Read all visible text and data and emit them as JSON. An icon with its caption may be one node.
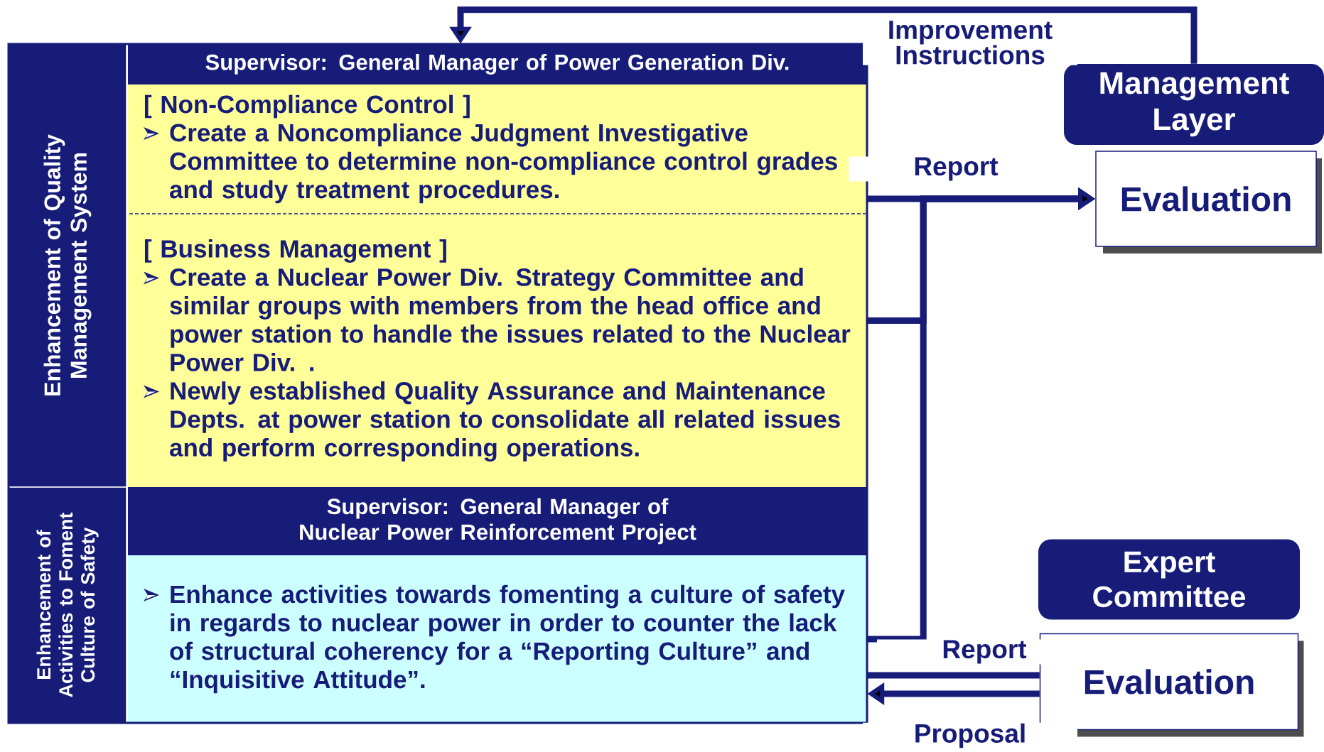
{
  "diagram": {
    "nodes": [
      {
        "text": [
          "Enhancement of Quality Management System"
        ]
      },
      {
        "text": [
          "Enhancement of Activities to Foment Culture of Safety"
        ]
      },
      {
        "text": [
          "Supervisor: General Manager of Power Generation Div."
        ]
      },
      {
        "text": [
          "[ Non-Compliance Control ]",
          "Create a Noncompliance Judgment Investigative Committee to determine non-compliance control grades and study treatment procedures."
        ]
      },
      {
        "text": [
          "[ Business Management ]",
          "Create a Nuclear Power Div. Strategy Committee and similar groups with members from the head office and power station to handle the issues related to the Nuclear Power Div. .",
          "Newly established Quality Assurance and Maintenance Depts. at power station to consolidate all related issues and perform corresponding operations."
        ]
      },
      {
        "text": [
          "Supervisor: General Manager of Nuclear Power Reinforcement Project"
        ]
      },
      {
        "text": [
          "Enhance activities towards fomenting a culture of safety in regards to nuclear power in order to counter the lack of structural coherency for a “Reporting Culture” and “Inquisitive Attitude”."
        ]
      },
      {
        "text": [
          "Management Layer"
        ]
      },
      {
        "text": [
          "Evaluation"
        ]
      },
      {
        "text": [
          "Expert Committee"
        ]
      },
      {
        "text": [
          "Evaluation"
        ]
      }
    ],
    "edges": [
      {
        "from": 7,
        "to": 2,
        "arrow": "to",
        "label": "Improvement Instructions"
      },
      {
        "from": 3,
        "to": 8,
        "arrow": "to",
        "label": "Report"
      },
      {
        "from": 4,
        "to": 8,
        "arrow": "to"
      },
      {
        "from": 6,
        "to": 8,
        "arrow": "to"
      },
      {
        "from": 10,
        "to": 6,
        "arrow": "none",
        "label": "Report"
      },
      {
        "from": 10,
        "to": 6,
        "arrow": "to",
        "label": "Proposal"
      }
    ]
  }
}
